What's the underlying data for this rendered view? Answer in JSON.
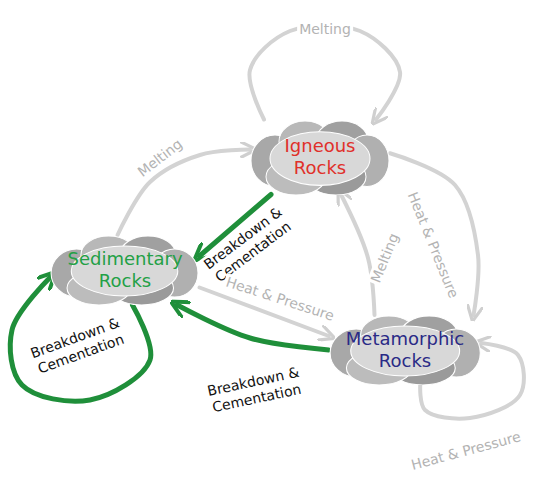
{
  "diagram": {
    "nodes": [
      {
        "text": [
          "Igneous Rocks"
        ]
      },
      {
        "text": [
          "Sedimentary Rocks"
        ]
      },
      {
        "text": [
          "Metamorphic Rocks"
        ]
      }
    ],
    "edges": [
      {
        "from": 0,
        "to": 0,
        "label": "Melting",
        "arrow": "to"
      },
      {
        "from": 1,
        "to": 0,
        "label": "Melting",
        "arrow": "to"
      },
      {
        "from": 0,
        "to": 1,
        "label": "Breakdown & Cementation",
        "arrow": "to"
      },
      {
        "from": 0,
        "to": 2,
        "label": "Heat & Pressure",
        "arrow": "to"
      },
      {
        "from": 2,
        "to": 0,
        "label": "Melting",
        "arrow": "to"
      },
      {
        "from": 1,
        "to": 2,
        "label": "Heat & Pressure",
        "arrow": "to"
      },
      {
        "from": 2,
        "to": 1,
        "label": "Breakdown & Cementation",
        "arrow": "to"
      },
      {
        "from": 1,
        "to": 1,
        "label": "Breakdown & Cementation",
        "arrow": "to"
      },
      {
        "from": 2,
        "to": 2,
        "label": "Heat & Pressure",
        "arrow": "to"
      }
    ]
  }
}
